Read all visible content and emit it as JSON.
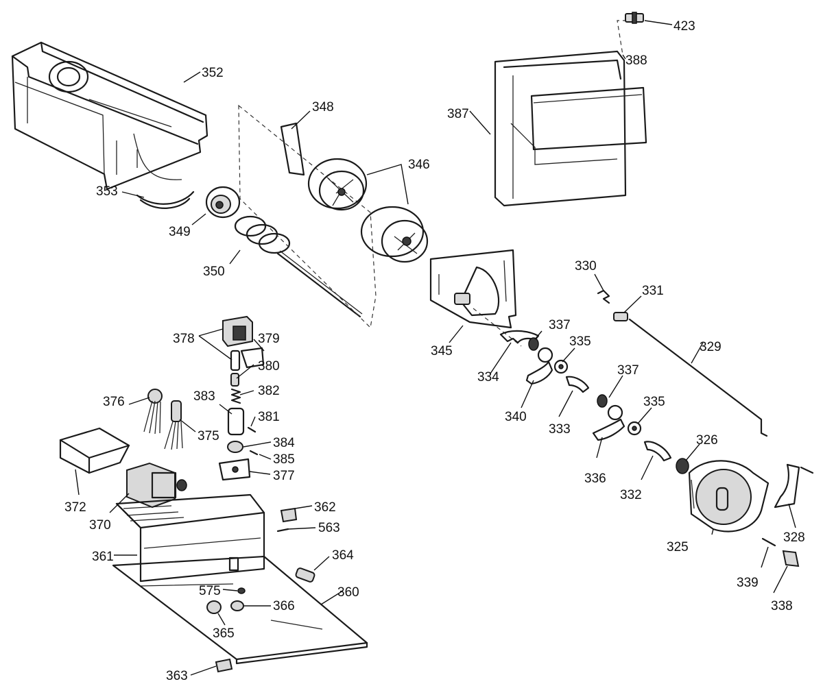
{
  "callouts": [
    {
      "id": "c423",
      "label": "423"
    },
    {
      "id": "c388",
      "label": "388"
    },
    {
      "id": "c387",
      "label": "387"
    },
    {
      "id": "c352",
      "label": "352"
    },
    {
      "id": "c348",
      "label": "348"
    },
    {
      "id": "c346",
      "label": "346"
    },
    {
      "id": "c353",
      "label": "353"
    },
    {
      "id": "c349",
      "label": "349"
    },
    {
      "id": "c350",
      "label": "350"
    },
    {
      "id": "c330",
      "label": "330"
    },
    {
      "id": "c331",
      "label": "331"
    },
    {
      "id": "c345",
      "label": "345"
    },
    {
      "id": "c337a",
      "label": "337"
    },
    {
      "id": "c335a",
      "label": "335"
    },
    {
      "id": "c329",
      "label": "329"
    },
    {
      "id": "c334",
      "label": "334"
    },
    {
      "id": "c340",
      "label": "340"
    },
    {
      "id": "c333",
      "label": "333"
    },
    {
      "id": "c337b",
      "label": "337"
    },
    {
      "id": "c335b",
      "label": "335"
    },
    {
      "id": "c326",
      "label": "326"
    },
    {
      "id": "c336",
      "label": "336"
    },
    {
      "id": "c332",
      "label": "332"
    },
    {
      "id": "c325",
      "label": "325"
    },
    {
      "id": "c328",
      "label": "328"
    },
    {
      "id": "c339",
      "label": "339"
    },
    {
      "id": "c338",
      "label": "338"
    },
    {
      "id": "c378",
      "label": "378"
    },
    {
      "id": "c379",
      "label": "379"
    },
    {
      "id": "c380",
      "label": "380"
    },
    {
      "id": "c382",
      "label": "382"
    },
    {
      "id": "c383",
      "label": "383"
    },
    {
      "id": "c381",
      "label": "381"
    },
    {
      "id": "c376",
      "label": "376"
    },
    {
      "id": "c375",
      "label": "375"
    },
    {
      "id": "c384",
      "label": "384"
    },
    {
      "id": "c385",
      "label": "385"
    },
    {
      "id": "c377",
      "label": "377"
    },
    {
      "id": "c372",
      "label": "372"
    },
    {
      "id": "c370",
      "label": "370"
    },
    {
      "id": "c362",
      "label": "362"
    },
    {
      "id": "c563",
      "label": "563"
    },
    {
      "id": "c361",
      "label": "361"
    },
    {
      "id": "c364",
      "label": "364"
    },
    {
      "id": "c575",
      "label": "575"
    },
    {
      "id": "c360",
      "label": "360"
    },
    {
      "id": "c366",
      "label": "366"
    },
    {
      "id": "c365",
      "label": "365"
    },
    {
      "id": "c363",
      "label": "363"
    }
  ]
}
